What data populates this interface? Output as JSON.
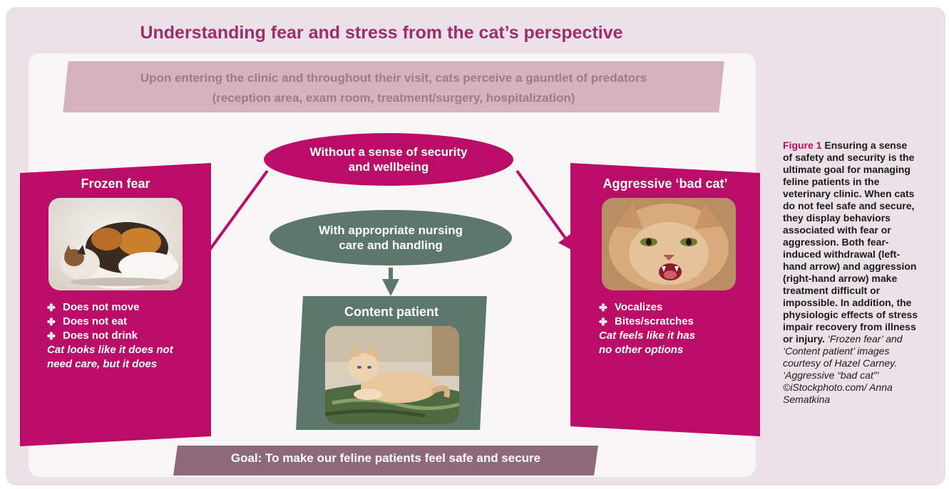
{
  "title": "Understanding fear and stress from the cat’s perspective",
  "banner": {
    "line1": "Upon entering the clinic and throughout their visit, cats perceive a gauntlet of predators",
    "line2": "(reception area, exam room, treatment/surgery, hospitalization)"
  },
  "oval_without": {
    "line1": "Without a sense of security",
    "line2": "and wellbeing"
  },
  "oval_with": {
    "line1": "With appropriate nursing",
    "line2": "care and handling"
  },
  "left_panel": {
    "title": "Frozen fear",
    "bullets": [
      "Does not move",
      "Does not eat",
      "Does not drink"
    ],
    "note_line1": "Cat looks like it does not",
    "note_line2": "need care, but it does"
  },
  "center_panel": {
    "title": "Content patient"
  },
  "right_panel": {
    "title": "Aggressive ‘bad cat’",
    "bullets": [
      "Vocalizes",
      "Bites/scratches"
    ],
    "note_line1": "Cat feels like it has",
    "note_line2": "no other options"
  },
  "goal": "Goal: To make our feline patients feel safe and secure",
  "caption": {
    "label": "Figure 1",
    "body": "Ensuring a sense of safety and security is the ultimate goal for managing feline patients in the veterinary clinic. When cats do not feel safe and secure, they display behaviors associated with fear or aggression. Both fear-induced withdrawal (left-hand arrow) and aggression (right-hand arrow) make treatment difficult or impossible. In addition, the physiologic effects of stress impair recovery from illness or injury.",
    "credit": "‘Frozen fear’ and ‘Content patient’ images courtesy of Hazel Carney. ‘Aggressive “bad cat”’ ©iStockphoto.com/ Anna Sematkina"
  },
  "colors": {
    "magenta": "#b90d68",
    "green": "#5d776b",
    "title": "#9b2e6d"
  }
}
